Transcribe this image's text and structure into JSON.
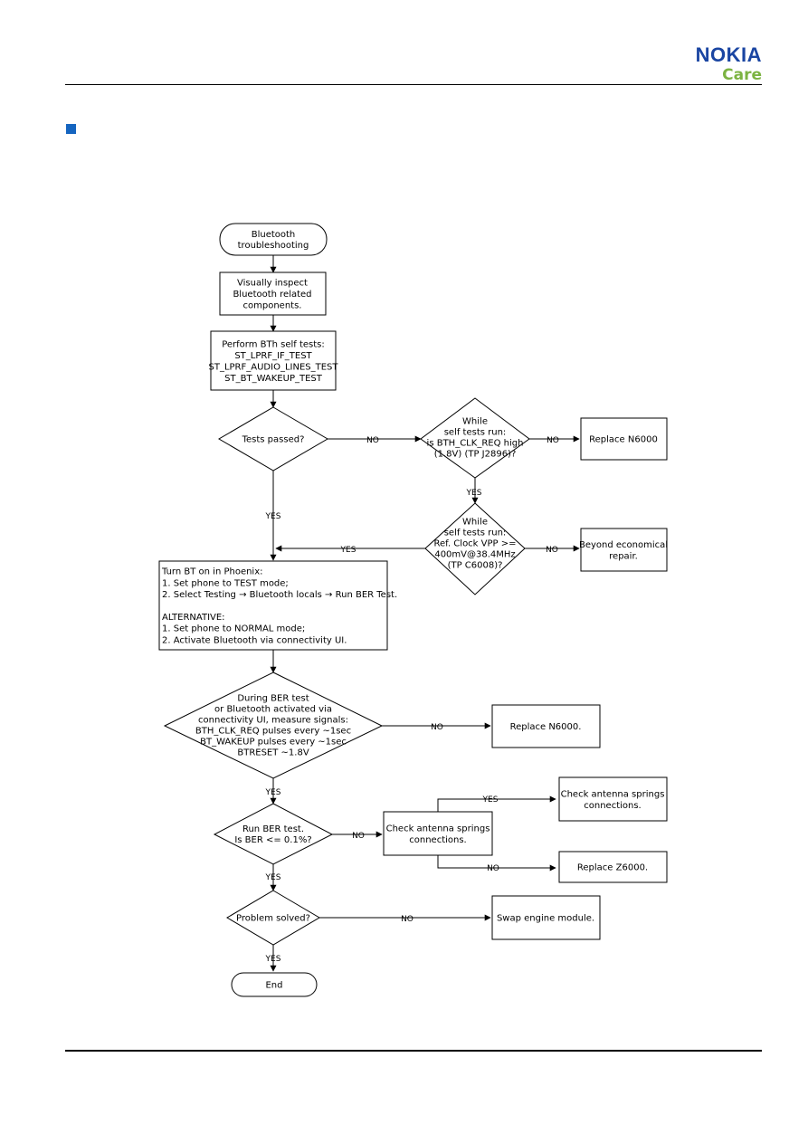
{
  "header": {
    "logo_brand": "NOKIA",
    "logo_sub": "Care"
  },
  "flowchart": {
    "start": [
      "Bluetooth",
      "troubleshooting"
    ],
    "inspect": [
      "Visually inspect",
      "Bluetooth related",
      "components."
    ],
    "selftests": [
      "Perform BTh self tests:",
      "ST_LPRF_IF_TEST",
      "ST_LPRF_AUDIO_LINES_TEST",
      "ST_BT_WAKEUP_TEST"
    ],
    "tests_passed": [
      "Tests passed?"
    ],
    "clk_req": [
      "While",
      "self tests run:",
      "is BTH_CLK_REQ high",
      "(1.8V) (TP J2896)?"
    ],
    "replace_n6000_a": [
      "Replace N6000"
    ],
    "ref_clock": [
      "While",
      "self tests run:",
      "Ref. Clock VPP >=",
      "400mV@38.4MHz",
      "(TP C6008)?"
    ],
    "beyond": [
      "Beyond economical",
      "repair."
    ],
    "turn_bt_on": [
      "Turn BT on in Phoenix:",
      "1. Set phone to TEST mode;",
      "2. Select Testing → Bluetooth locals →    Run BER Test.",
      "",
      "ALTERNATIVE:",
      "1. Set phone to NORMAL mode;",
      "2. Activate Bluetooth via connectivity UI."
    ],
    "ber_signals": [
      "During BER test",
      "or Bluetooth activated via",
      "connectivity UI, measure signals:",
      "BTH_CLK_REQ pulses every ~1sec",
      "BT_WAKEUP pulses every ~1sec",
      "BTRESET ~1.8V"
    ],
    "replace_n6000_b": [
      "Replace N6000."
    ],
    "run_ber": [
      "Run BER test.",
      "Is BER <= 0.1%?"
    ],
    "check_springs_mid": [
      "Check antenna springs",
      "connections."
    ],
    "check_springs_top": [
      "Check antenna springs",
      "connections."
    ],
    "replace_z6000": [
      "Replace Z6000."
    ],
    "problem_solved": [
      "Problem solved?"
    ],
    "swap_engine": [
      "Swap engine module."
    ],
    "end": [
      "End"
    ],
    "labels": {
      "yes": "YES",
      "no": "NO"
    }
  }
}
